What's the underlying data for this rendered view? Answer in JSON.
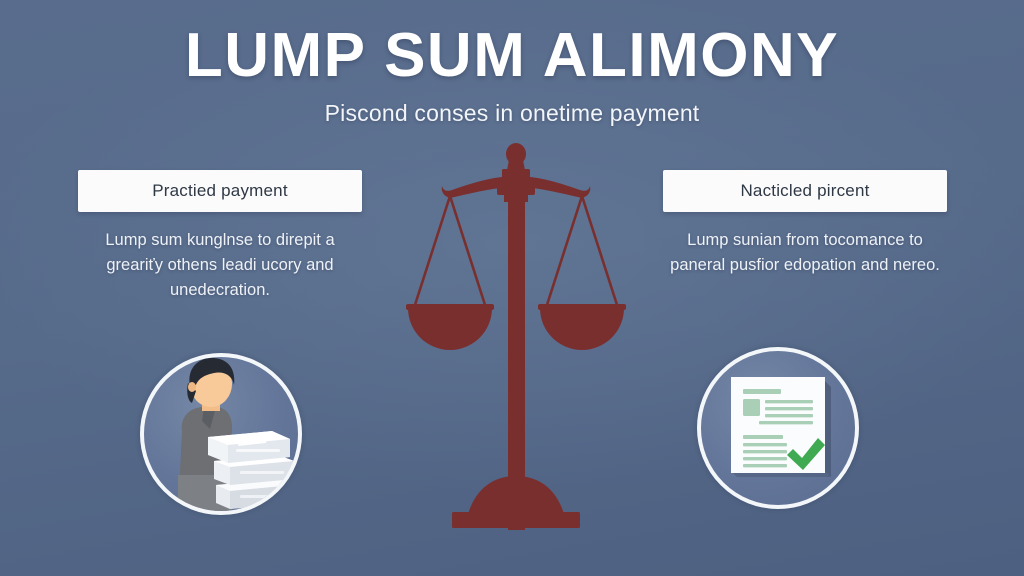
{
  "meta": {
    "background_color": "#55688a",
    "accent_color": "#7a2f2f",
    "label_box_color": "#fbfbfc",
    "check_color": "#3faa52",
    "document_line_color": "#a9cfb7"
  },
  "header": {
    "title": "LUMP SUM ALIMONY",
    "subtitle": "Piscond conses in onetime payment"
  },
  "panels": {
    "left": {
      "label": "Practied payment",
      "body": "Lump sum kunglnse to direpit a greariťy othens leadi ucory and unedecration.",
      "illustration_name": "person-carrying-documents"
    },
    "right": {
      "label": "Nacticled pircent",
      "body": "Lump sunian from tocomance to paneral pusfior edopation and nereo.",
      "illustration_name": "document-with-checkmark"
    }
  },
  "center": {
    "illustration_name": "scales-of-justice",
    "color": "#7a2f2f"
  }
}
